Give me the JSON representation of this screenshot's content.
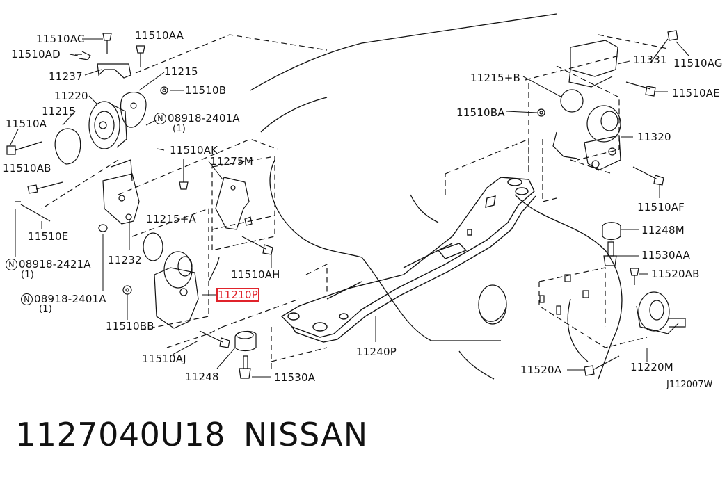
{
  "labels": {
    "l_11510AC": "11510AC",
    "l_11510AA": "11510AA",
    "l_11510AD": "11510AD",
    "l_11237": "11237",
    "l_11215_top": "11215",
    "l_11220": "11220",
    "l_11510B": "11510B",
    "l_11215_left": "11215",
    "l_08918_2401A_top": "08918-2401A",
    "l_08918_2401A_top_qty": "(1)",
    "l_11510A": "11510A",
    "l_11510AK": "11510AK",
    "l_11510AB": "11510AB",
    "l_11275M": "11275M",
    "l_11510E": "11510E",
    "l_11215A": "11215+A",
    "l_08918_2421A": "08918-2421A",
    "l_08918_2421A_qty": "(1)",
    "l_11232": "11232",
    "l_11510AH": "11510AH",
    "l_08918_2401A_bot": "08918-2401A",
    "l_08918_2401A_bot_qty": "(1)",
    "l_11210P": "11210P",
    "l_11510BB": "11510BB",
    "l_11510AJ": "11510AJ",
    "l_11248": "11248",
    "l_11530A": "11530A",
    "l_11240P": "11240P",
    "l_11331": "11331",
    "l_11510AG": "11510AG",
    "l_11215B": "11215+B",
    "l_11510AE": "11510AE",
    "l_11510BA": "11510BA",
    "l_11320": "11320",
    "l_11510AF": "11510AF",
    "l_11248M": "11248M",
    "l_11530AA": "11530AA",
    "l_11520AB": "11520AB",
    "l_11520A": "11520A",
    "l_11220M": "11220M"
  },
  "circle_mark": "N",
  "diagram_ref": "J112007W",
  "part_number": "1127040U18",
  "brand": "NISSAN",
  "highlight_color": "#e0232b"
}
